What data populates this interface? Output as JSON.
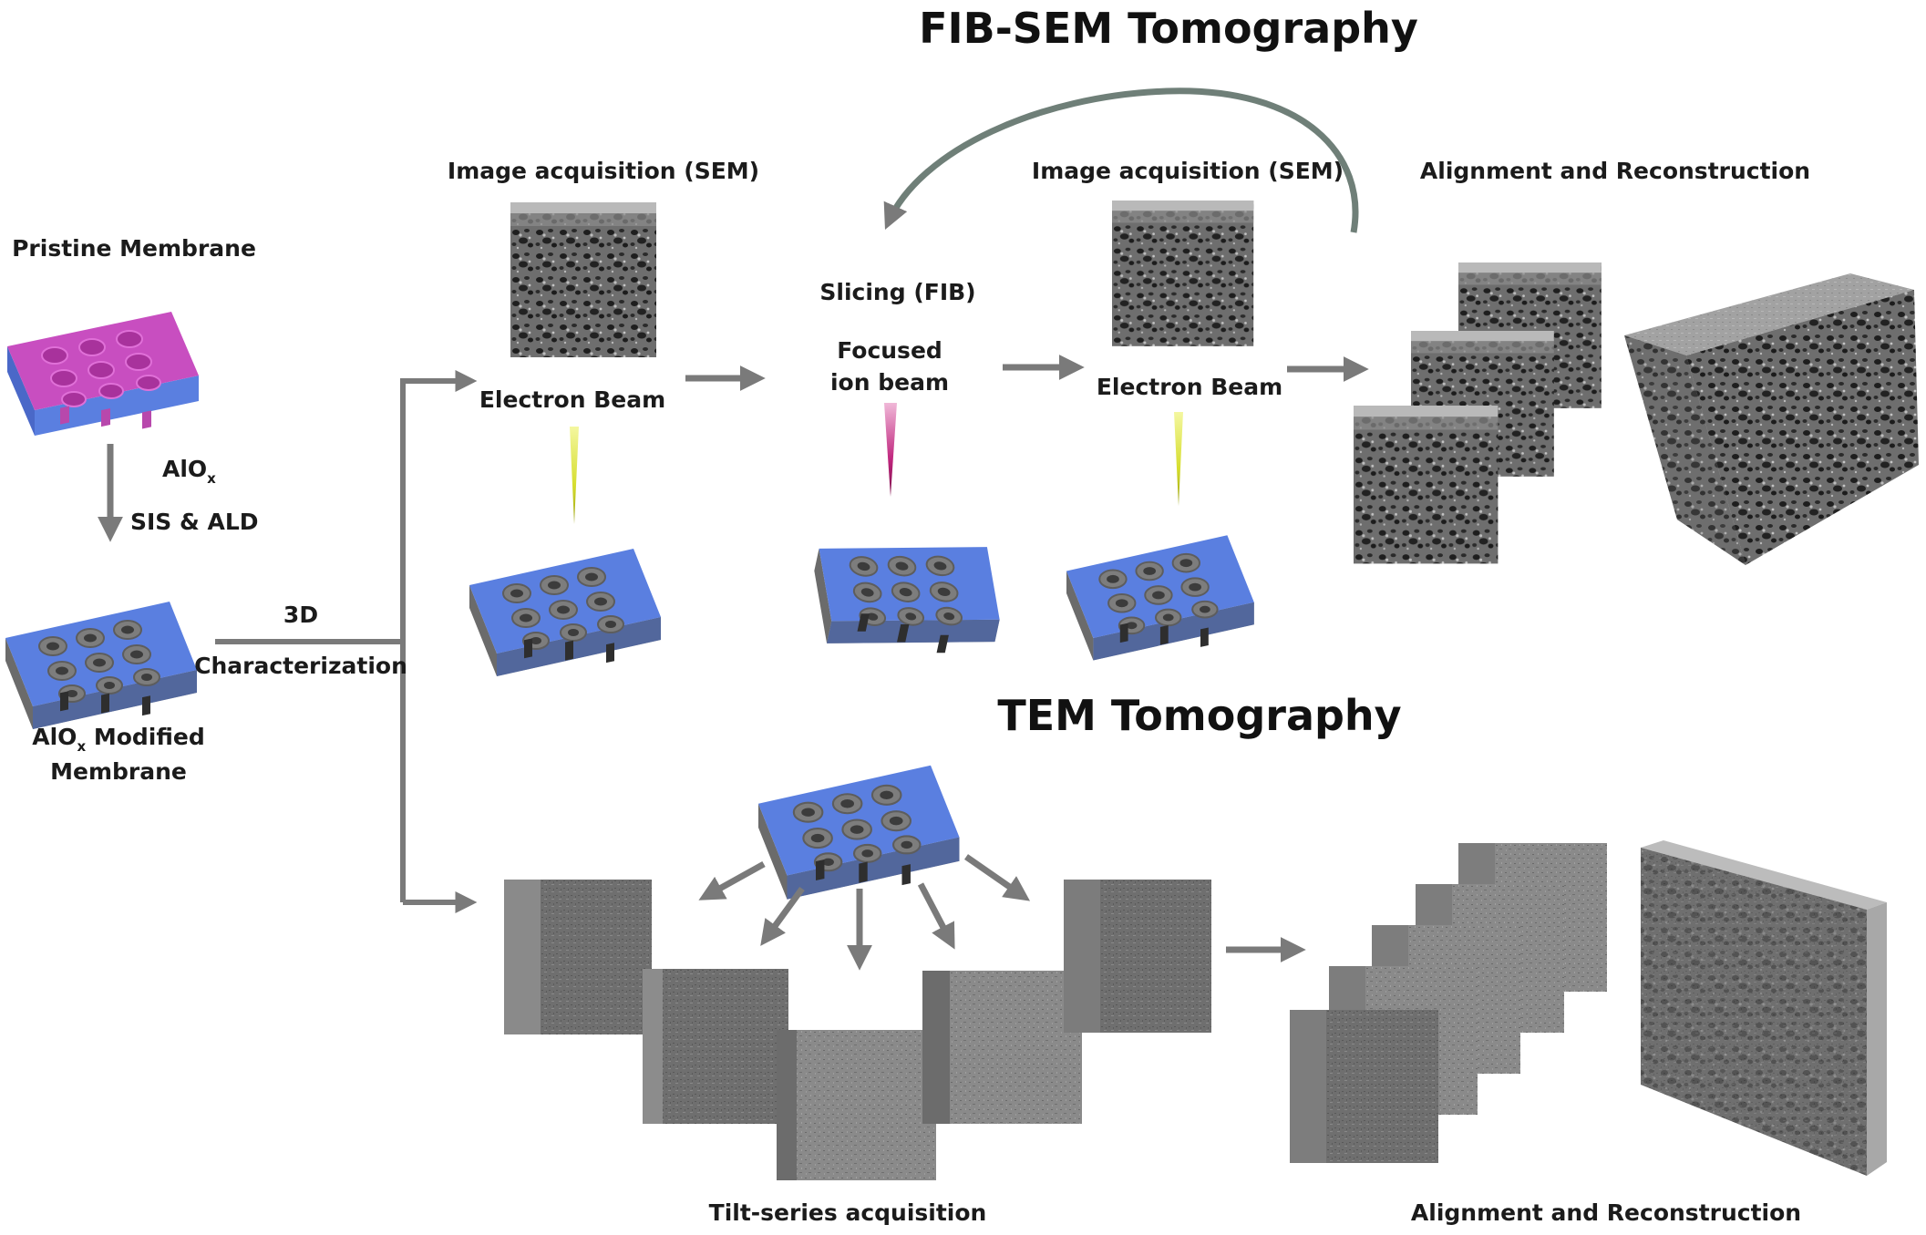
{
  "titles": {
    "fib_sem": "FIB-SEM Tomography",
    "tem": "TEM Tomography"
  },
  "left": {
    "pristine": "Pristine Membrane",
    "alox_base": "AlO",
    "alox_sub": "x",
    "sis_ald": "SIS & ALD",
    "modified_base": "AlO",
    "modified_sub": "x",
    "modified_rest": " Modified",
    "modified_line2": "Membrane",
    "char_line1": "3D",
    "char_line2": "Characterization"
  },
  "fib_sem": {
    "image_acq_1": "Image acquisition (SEM)",
    "electron_beam_1": "Electron Beam",
    "slicing": "Slicing (FIB)",
    "focused_line1": "Focused",
    "focused_line2": "ion beam",
    "image_acq_2": "Image acquisition (SEM)",
    "electron_beam_2": "Electron Beam",
    "alignment": "Alignment and Reconstruction"
  },
  "tem": {
    "tilt_series": "Tilt-series acquisition",
    "alignment": "Alignment and Reconstruction"
  },
  "colors": {
    "membrane_top_blue": "#5a7fe0",
    "pristine_pink": "#d250c8",
    "arrow_gray": "#7a7a7a",
    "electron_beam": "#d8e040",
    "ion_beam": "#b01870"
  }
}
